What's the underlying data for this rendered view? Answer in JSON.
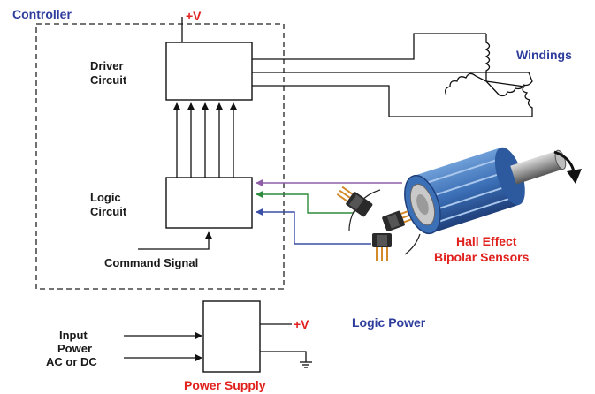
{
  "controller": {
    "title": "Controller",
    "supply_label": "+V",
    "driver_line1": "Driver",
    "driver_line2": "Circuit",
    "logic_line1": "Logic",
    "logic_line2": "Circuit",
    "command_signal": "Command Signal"
  },
  "motor": {
    "windings_label": "Windings",
    "sensors_line1": "Hall Effect",
    "sensors_line2": "Bipolar Sensors"
  },
  "power_supply": {
    "input_line1": "Input",
    "input_line2": "Power",
    "input_line3": "AC or DC",
    "output_label": "+V",
    "logic_power_label": "Logic Power",
    "caption": "Power Supply"
  },
  "colors": {
    "text_dark": "#1a1a1a",
    "title_blue": "#2e3d9c",
    "accent_red": "#e0211d",
    "sensor_purple": "#8e5fa8",
    "sensor_green": "#2e8b3d",
    "sensor_blue": "#3a4fa6",
    "rotor_blue": "#3b6fb6"
  }
}
